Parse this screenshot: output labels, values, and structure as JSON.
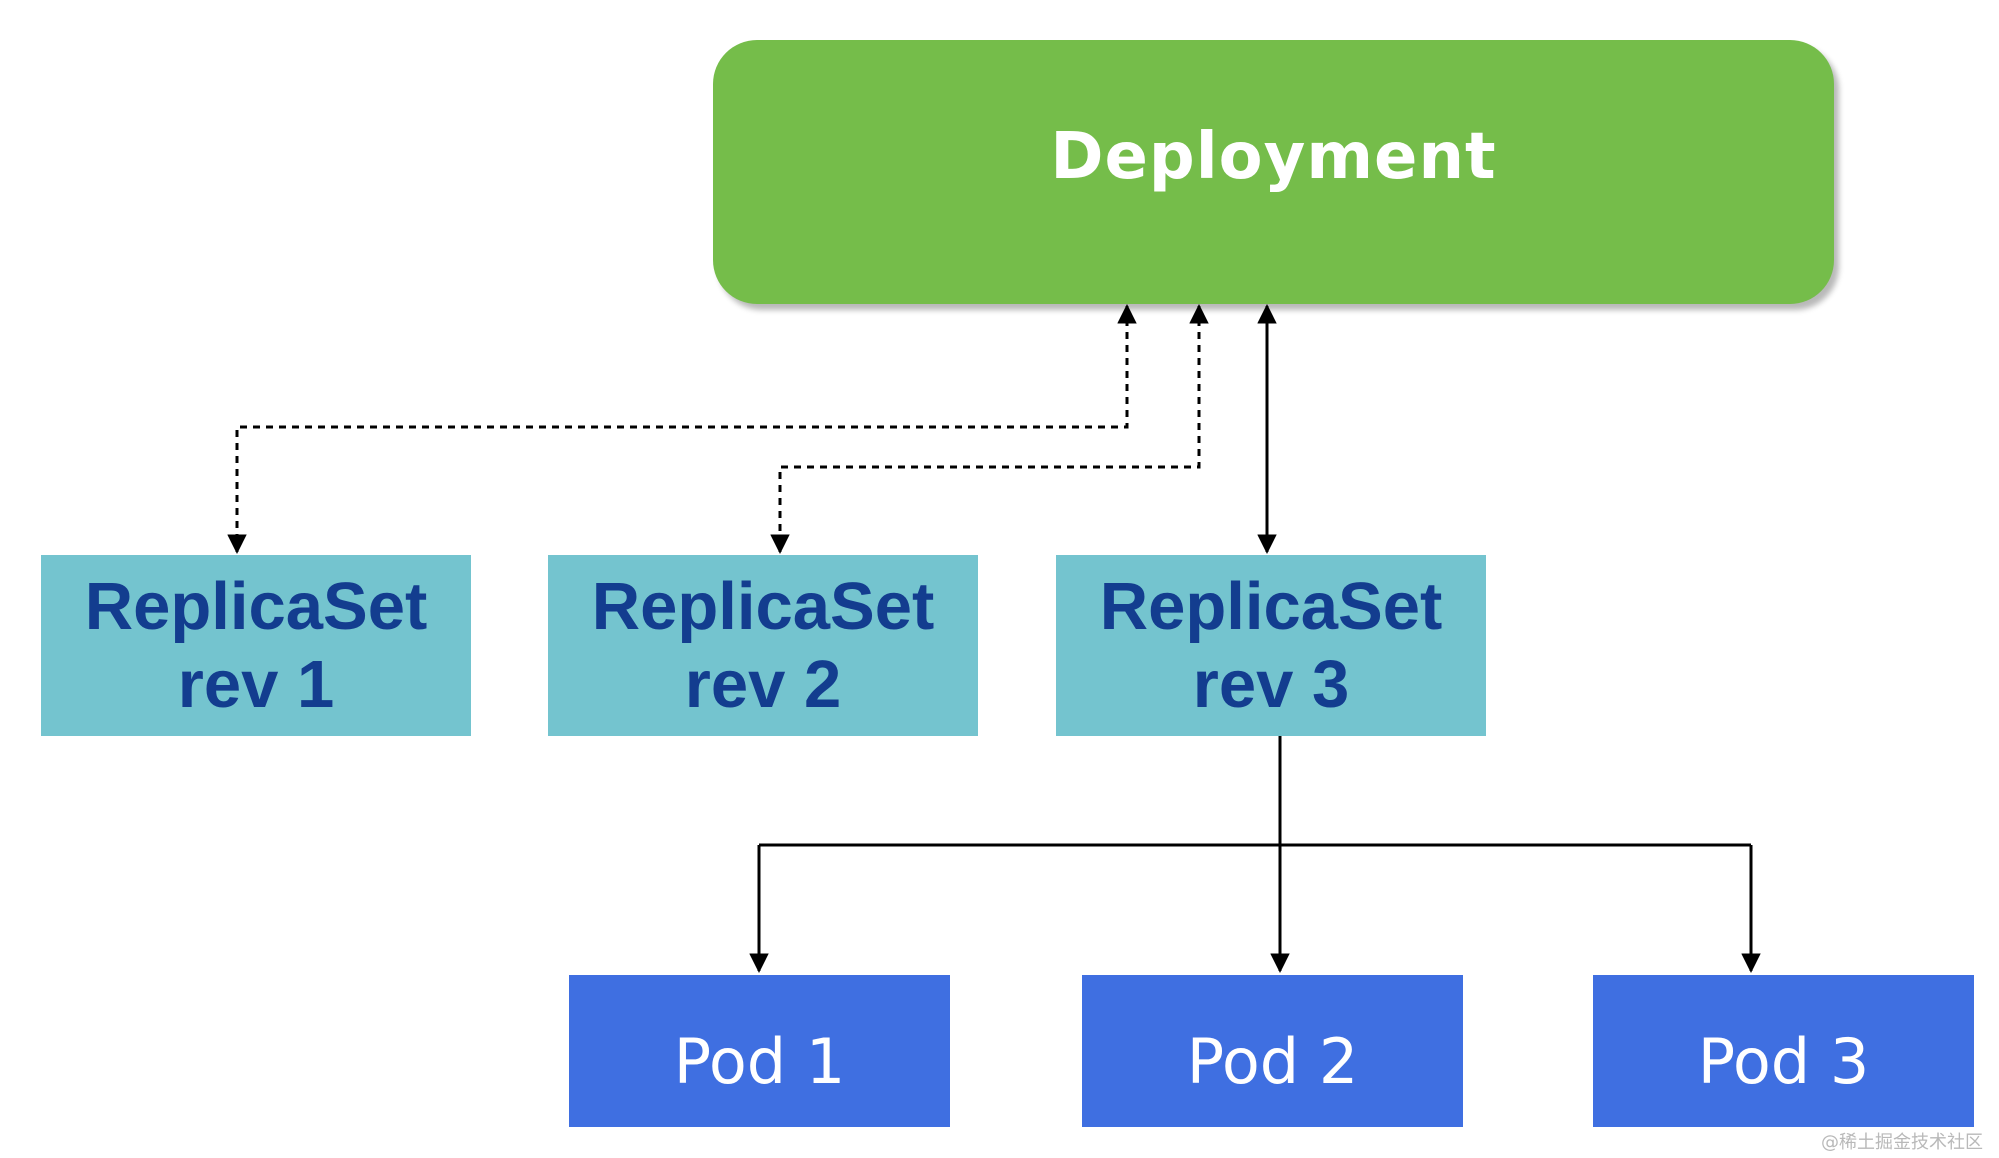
{
  "diagram": {
    "deployment": {
      "label": "Deployment"
    },
    "replicasets": [
      {
        "name": "ReplicaSet",
        "rev": "rev 1",
        "active": false
      },
      {
        "name": "ReplicaSet",
        "rev": "rev 2",
        "active": false
      },
      {
        "name": "ReplicaSet",
        "rev": "rev 3",
        "active": true
      }
    ],
    "pods": [
      {
        "label": "Pod 1"
      },
      {
        "label": "Pod 2"
      },
      {
        "label": "Pod 3"
      }
    ],
    "edges": [
      {
        "from": "deployment",
        "to": "replicaset-rev-1",
        "style": "dashed",
        "arrows": "both"
      },
      {
        "from": "deployment",
        "to": "replicaset-rev-2",
        "style": "dashed",
        "arrows": "both"
      },
      {
        "from": "deployment",
        "to": "replicaset-rev-3",
        "style": "solid",
        "arrows": "both"
      },
      {
        "from": "replicaset-rev-3",
        "to": "pod-1",
        "style": "solid",
        "arrows": "end"
      },
      {
        "from": "replicaset-rev-3",
        "to": "pod-2",
        "style": "solid",
        "arrows": "end"
      },
      {
        "from": "replicaset-rev-3",
        "to": "pod-3",
        "style": "solid",
        "arrows": "end"
      }
    ],
    "colors": {
      "deployment": "#75bd4a",
      "replicaset": "#74c4cf",
      "replicaset_text": "#133d8f",
      "pod": "#3f6fe1",
      "connector": "#000000"
    }
  },
  "watermark": "@稀土掘金技术社区"
}
